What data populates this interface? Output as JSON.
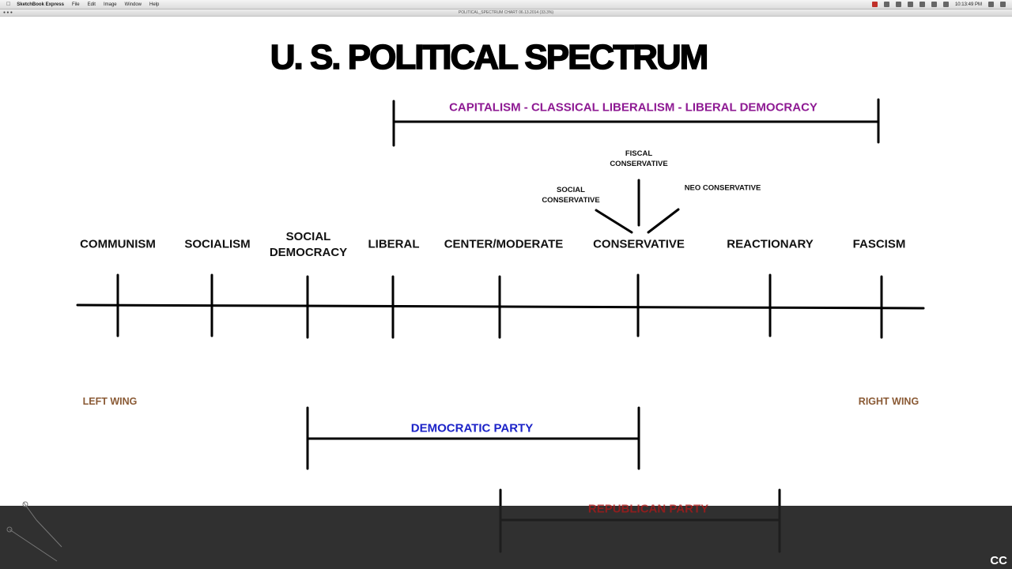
{
  "menubar": {
    "app_name": "SketchBook Express",
    "items": [
      "File",
      "Edit",
      "Image",
      "Window",
      "Help"
    ],
    "clock": "10:13:49 PM"
  },
  "window": {
    "title": "POLITICAL_SPECTRUM CHART 06.13.2014 (33.3%)"
  },
  "diagram": {
    "title": "U. S. POLITICAL SPECTRUM",
    "top_bracket": {
      "label": "CAPITALISM - CLASSICAL LIBERALISM - LIBERAL DEMOCRACY",
      "color": "#8e1a93"
    },
    "ideologies": [
      "COMMUNISM",
      "SOCIALISM",
      "SOCIAL DEMOCRACY",
      "LIBERAL",
      "CENTER/MODERATE",
      "CONSERVATIVE",
      "REACTIONARY",
      "FASCISM"
    ],
    "conservative_subtypes": {
      "fiscal": "FISCAL CONSERVATIVE",
      "social": "SOCIAL CONSERVATIVE",
      "neo": "NEO CONSERVATIVE"
    },
    "left_wing": "LEFT WING",
    "right_wing": "RIGHT WING",
    "wing_color": "#8a5a35",
    "democratic_party": {
      "label": "DEMOCRATIC PARTY",
      "color": "#1c23c8"
    },
    "republican_party": {
      "label": "REPUBLICAN PARTY",
      "color": "#b01818"
    }
  },
  "video_controls": {
    "captions_button": "CC"
  }
}
